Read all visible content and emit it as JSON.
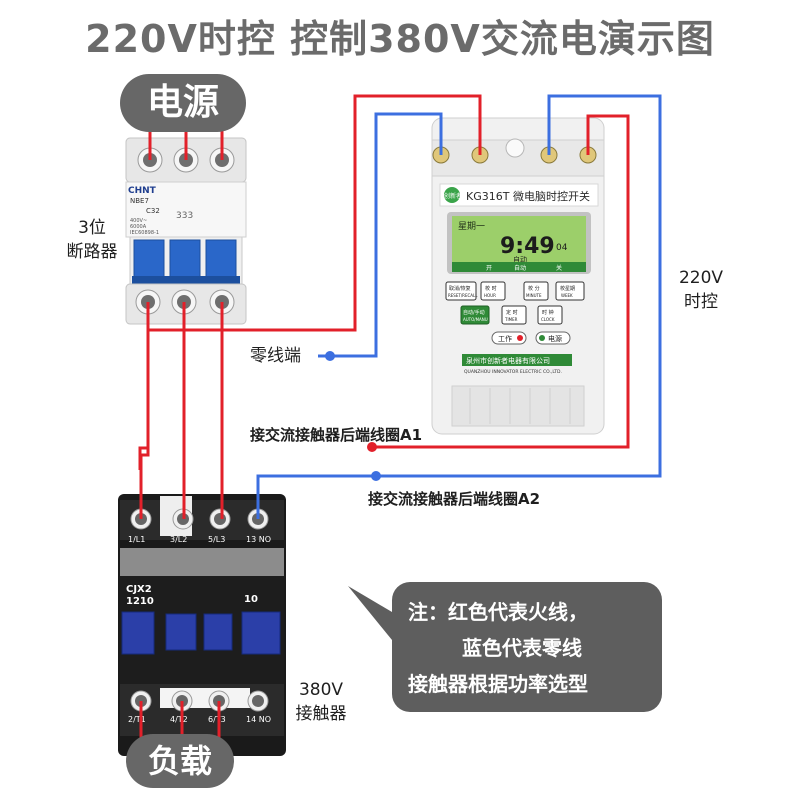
{
  "title": "220V时控 控制380V交流电演示图",
  "labels": {
    "power": "电源",
    "breaker": [
      "3位",
      "断路器"
    ],
    "neutral": "零线端",
    "timer": [
      "220V",
      "时控"
    ],
    "contactor_label": [
      "380V",
      "接触器"
    ],
    "load": "负载",
    "a1_wire": "接交流接触器后端线圈A1",
    "a2_wire": "接交流接触器后端线圈A2"
  },
  "breaker": {
    "brand": "CHNT",
    "model": "NBE7",
    "rating": "C32",
    "spec": [
      "400V~",
      "6000A",
      "IEC60898-1"
    ],
    "pole_marks": "333"
  },
  "timer_device": {
    "brand": "创新者",
    "model": "KG316T 微电脑时控开关",
    "lcd_day": "星期一",
    "lcd_time": "9:49",
    "lcd_seconds": "04",
    "lcd_mode": "自动",
    "lcd_open": "开",
    "lcd_auto": "自动",
    "lcd_close": "关",
    "buttons": [
      {
        "top": "取消/恢复",
        "bottom": "RESET/RECALL"
      },
      {
        "top": "校  时",
        "bottom": "HOUR"
      },
      {
        "top": "校  分",
        "bottom": "MINUTE"
      },
      {
        "top": "校星期",
        "bottom": "WEEK"
      },
      {
        "top": "自动/手动",
        "bottom": "AUTO/MANU"
      },
      {
        "top": "定  时",
        "bottom": "TIMER"
      },
      {
        "top": "时  钟",
        "bottom": "CLOCK"
      }
    ],
    "indicator_work": "工作",
    "indicator_power": "电源",
    "company": "泉州市创新者电器有限公司",
    "company_en": "QUANZHOU INNOVATOR ELECTRIC CO.,LTD."
  },
  "contactor": {
    "model": [
      "CJX2",
      "1210"
    ],
    "aux": "10",
    "top_terminals": [
      "1/L1",
      "3/L2",
      "5/L3",
      "13 NO"
    ],
    "bottom_terminals": [
      "2/T1",
      "4/T2",
      "6/T3",
      "14 NO"
    ]
  },
  "note": {
    "lines": [
      "注：红色代表火线，",
      "蓝色代表零线",
      "接触器根据功率选型"
    ]
  },
  "colors": {
    "live": "#e2202a",
    "neutral": "#3c6fe0",
    "contactor_accent": "#2b3fa8",
    "lcd": "#9ccf6a",
    "pill": "#676767"
  }
}
